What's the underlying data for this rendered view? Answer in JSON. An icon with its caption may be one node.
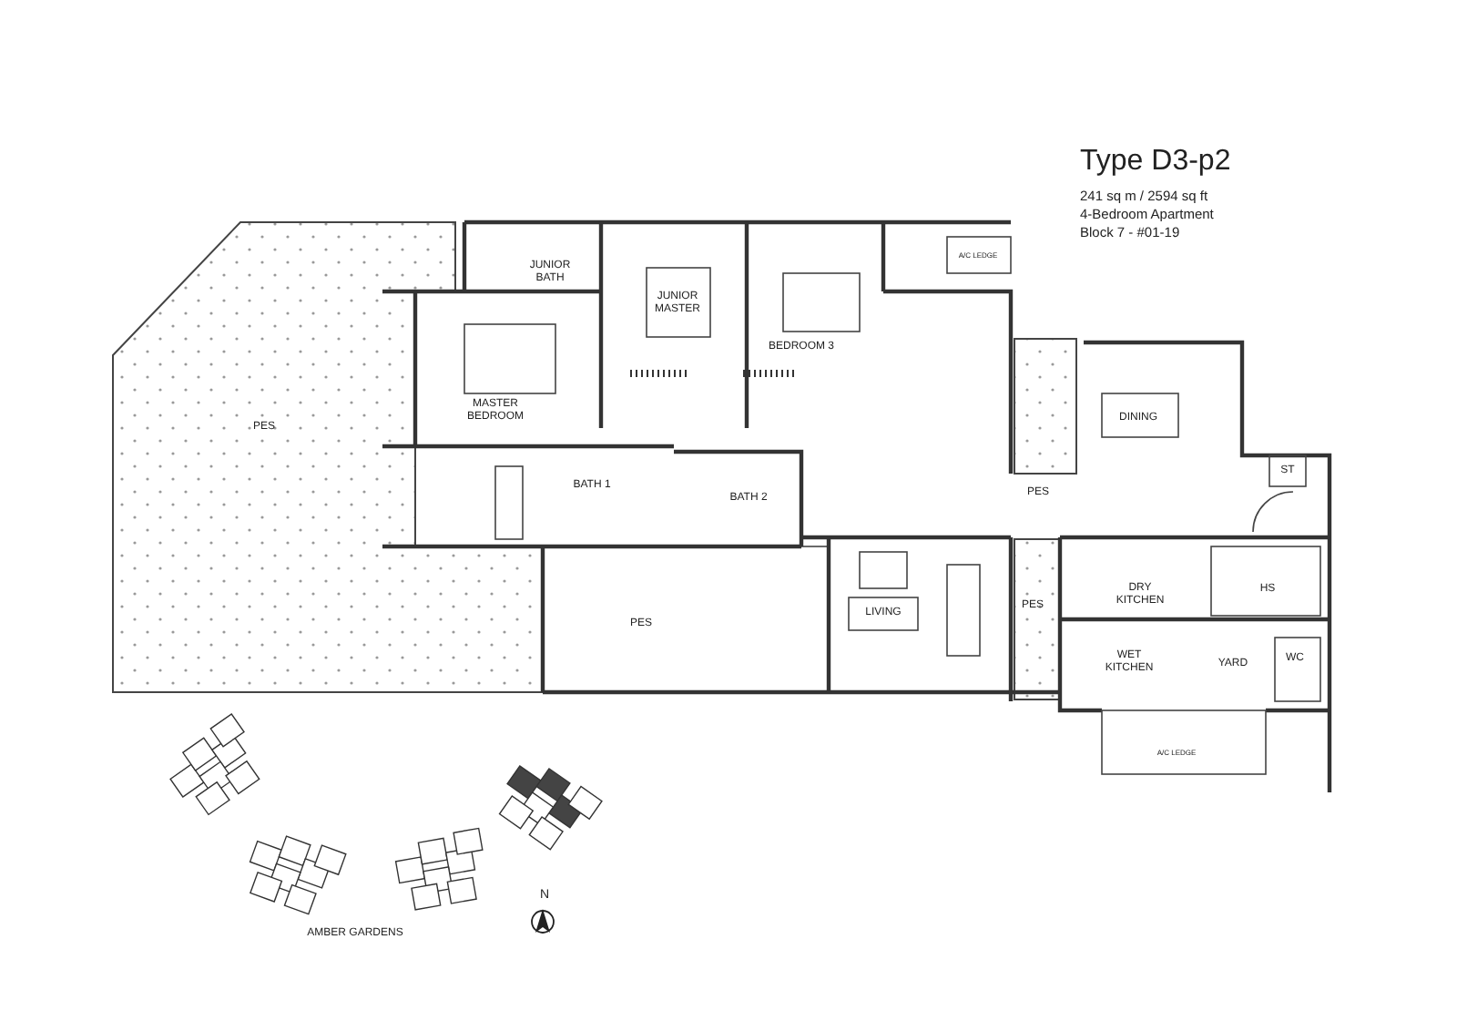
{
  "diagram": {
    "title": "Type D3-p2",
    "labels": [
      "241 sq m / 2594 sq ft",
      "4-Bedroom Apartment",
      "Block 7 - #01-19",
      "JUNIOR BATH",
      "JUNIOR MASTER",
      "BEDROOM 3",
      "A/C LEDGE",
      "PES",
      "MASTER BEDROOM",
      "PES",
      "DINING",
      "ST",
      "BATH 1",
      "BATH 2",
      "HS",
      "LIVING",
      "PES",
      "DRY KITCHEN",
      "PES",
      "WET KITCHEN",
      "YARD",
      "WC",
      "A/C LEDGE",
      "N",
      "AMBER GARDENS"
    ]
  }
}
